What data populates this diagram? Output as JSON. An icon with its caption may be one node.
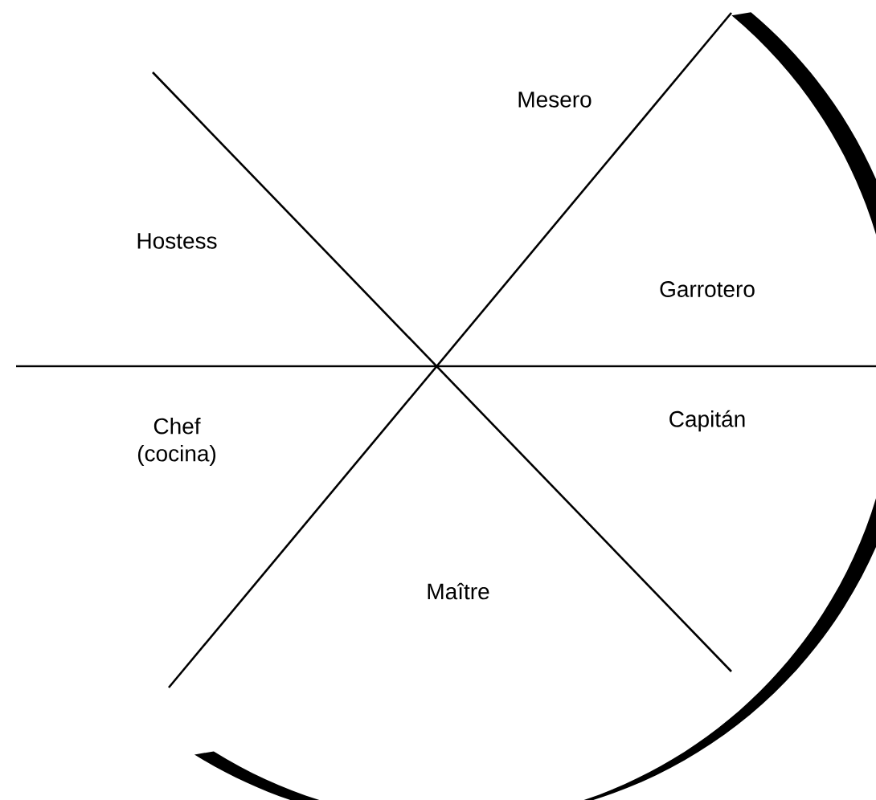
{
  "diagram": {
    "labels": [
      "Mesero",
      "Hostess",
      "Garrotero",
      "Chef (cocina)",
      "Capitán",
      "Maître"
    ]
  }
}
